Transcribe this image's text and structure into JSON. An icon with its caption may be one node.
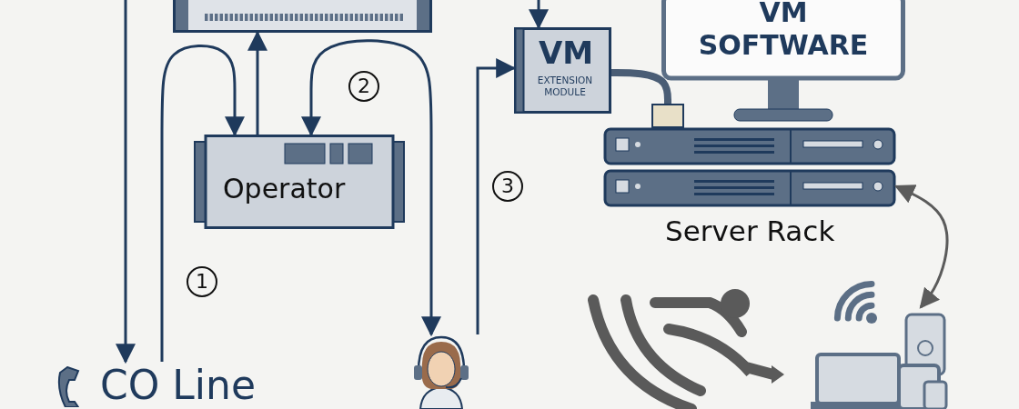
{
  "diagram": {
    "nodes": [
      {
        "text": [],
        "shape": "box"
      },
      {
        "text": [
          "Operator"
        ]
      },
      {
        "text": [
          "CO Line"
        ]
      },
      {
        "text": [],
        "shape": "person"
      },
      {
        "text": [
          "VM",
          "EXTENSION MODULE"
        ]
      },
      {
        "text": [
          "VM",
          "SOFTWARE"
        ]
      },
      {
        "text": [],
        "shape": "box",
        "beside": [
          "Server Rack"
        ]
      },
      {
        "text": [],
        "shape": "picture"
      }
    ],
    "edges": [
      {
        "from": null,
        "to": 2,
        "arrow": "to"
      },
      {
        "from": 2,
        "to": 1,
        "arrow": "to"
      },
      {
        "from": 1,
        "to": 0,
        "arrow": "to"
      },
      {
        "from": 1,
        "to": 3,
        "arrow": "both"
      },
      {
        "from": 3,
        "to": 4,
        "arrow": "to"
      },
      {
        "from": null,
        "to": 4,
        "arrow": "to"
      },
      {
        "from": 4,
        "to": 6,
        "arrow": "none",
        "style": "thick",
        "color": "#4a5d75"
      },
      {
        "from": 6,
        "to": 7,
        "arrow": "both",
        "color": "#5b5b5b"
      }
    ],
    "labels": [
      "2",
      "3",
      "1"
    ]
  }
}
